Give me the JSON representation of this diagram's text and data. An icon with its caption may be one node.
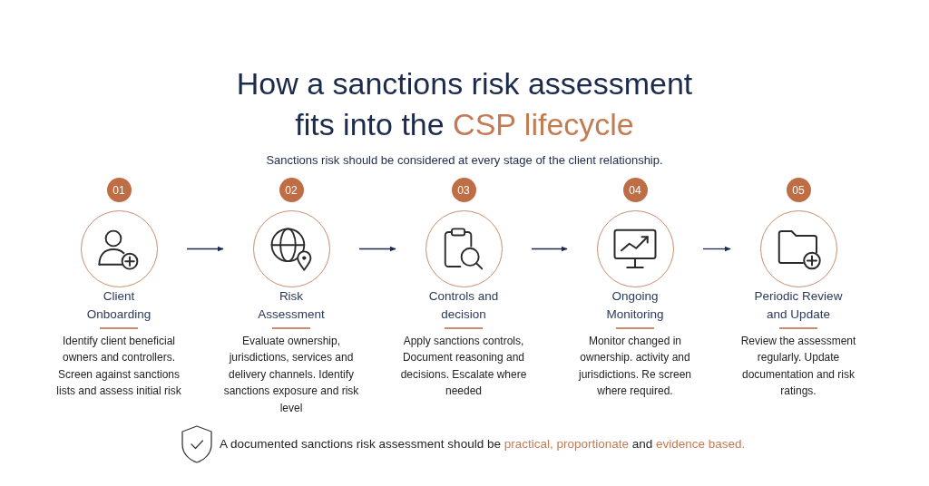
{
  "diagram": {
    "title": "How a sanctions risk assessment fits into the *CSP lifecycle*",
    "nodes": [
      {
        "text": [
          "Client Onboarding",
          "Identify client beneficial owners and controllers. Screen against sanctions lists and assess initial risk"
        ],
        "beside": [
          "01"
        ]
      },
      {
        "text": [
          "Risk Assessment",
          "Evaluate ownership, jurisdictions, services and delivery channels. Identify sanctions exposure and risk level"
        ],
        "beside": [
          "02"
        ]
      },
      {
        "text": [
          "Controls and decision",
          "Apply sanctions controls, Document reasoning and decisions. Escalate where needed"
        ],
        "beside": [
          "03"
        ]
      },
      {
        "text": [
          "Ongoing Monitoring",
          "Monitor changed in ownership. activity and jurisdictions. Re screen where required."
        ],
        "beside": [
          "04"
        ]
      },
      {
        "text": [
          "Periodic Review and Update",
          "Review the assessment regularly. Update documentation and risk ratings."
        ],
        "beside": [
          "05"
        ]
      }
    ],
    "edges": [
      {
        "from": 0,
        "to": 1,
        "arrow": "to"
      },
      {
        "from": 1,
        "to": 2,
        "arrow": "to"
      },
      {
        "from": 2,
        "to": 3,
        "arrow": "to"
      },
      {
        "from": 3,
        "to": 4,
        "arrow": "to"
      }
    ],
    "labels": [
      "Sanctions risk should be considered at every stage of the client relationship.",
      "A documented sanctions risk assessment should be *practical, proportionate* and *evidence based.*"
    ]
  }
}
